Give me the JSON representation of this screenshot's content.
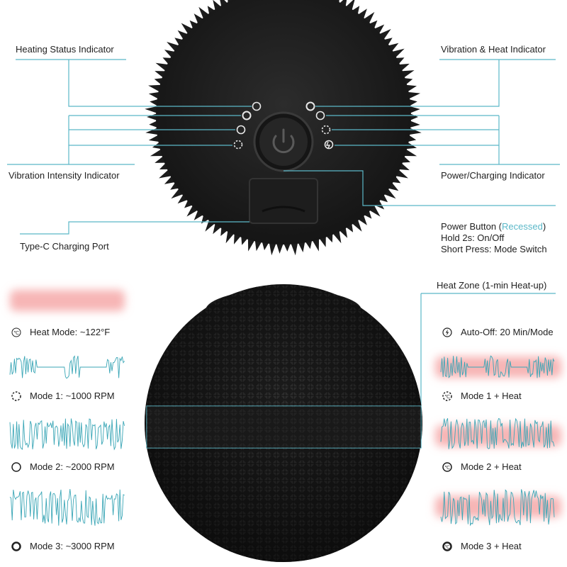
{
  "top_labels": {
    "heating_status": "Heating Status Indicator",
    "vibration_heat": "Vibration & Heat Indicator",
    "vibration_intensity": "Vibration Intensity Indicator",
    "power_charging": "Power/Charging Indicator",
    "type_c": "Type-C Charging Port",
    "power_button_prefix": "Power Button (",
    "power_button_accent": "Recessed",
    "power_button_suffix": ")",
    "hold": "Hold 2s: On/Off",
    "short_press": "Short Press: Mode Switch"
  },
  "heat_zone": "Heat Zone (1-min Heat-up)",
  "left_modes": [
    {
      "icon": "celsius-icon",
      "label": "Heat Mode: ~122°F"
    },
    {
      "icon": "dashed-circle-icon",
      "label": "Mode 1: ~1000 RPM"
    },
    {
      "icon": "thin-circle-icon",
      "label": "Mode 2: ~2000 RPM"
    },
    {
      "icon": "bold-circle-icon",
      "label": "Mode 3: ~3000 RPM"
    }
  ],
  "right_modes": [
    {
      "icon": "lightning-icon",
      "label": "Auto-Off: 20 Min/Mode"
    },
    {
      "icon": "dashed-celsius-icon",
      "label": "Mode 1 + Heat"
    },
    {
      "icon": "celsius-circle-icon",
      "label": "Mode 2 + Heat"
    },
    {
      "icon": "bold-celsius-icon",
      "label": "Mode 3 + Heat"
    }
  ],
  "colors": {
    "accent": "#5bb8c8",
    "heat_glow": "#f7b5b5",
    "device_body": "#1e1e1e",
    "wave": "#3aa6b6"
  }
}
